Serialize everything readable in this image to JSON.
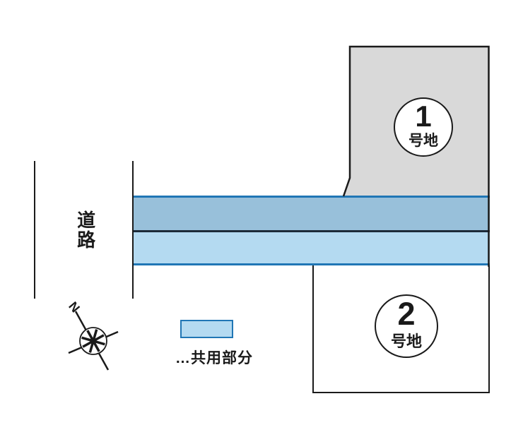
{
  "road": {
    "label": "道路"
  },
  "plots": {
    "plot1": {
      "number": "1",
      "suffix": "号地"
    },
    "plot2": {
      "number": "2",
      "suffix": "号地"
    }
  },
  "compass": {
    "north_label": "N"
  },
  "legend": {
    "label": "…共用部分"
  },
  "colors": {
    "background": "#ffffff",
    "outline": "#1a1a1a",
    "plot1_fill": "#d9d9d9",
    "shared_band_upper_fill": "#98c0da",
    "shared_band_lower_fill": "#b4daf1",
    "shared_band_border": "#2076b5",
    "band_divider": "#1c2b39"
  }
}
